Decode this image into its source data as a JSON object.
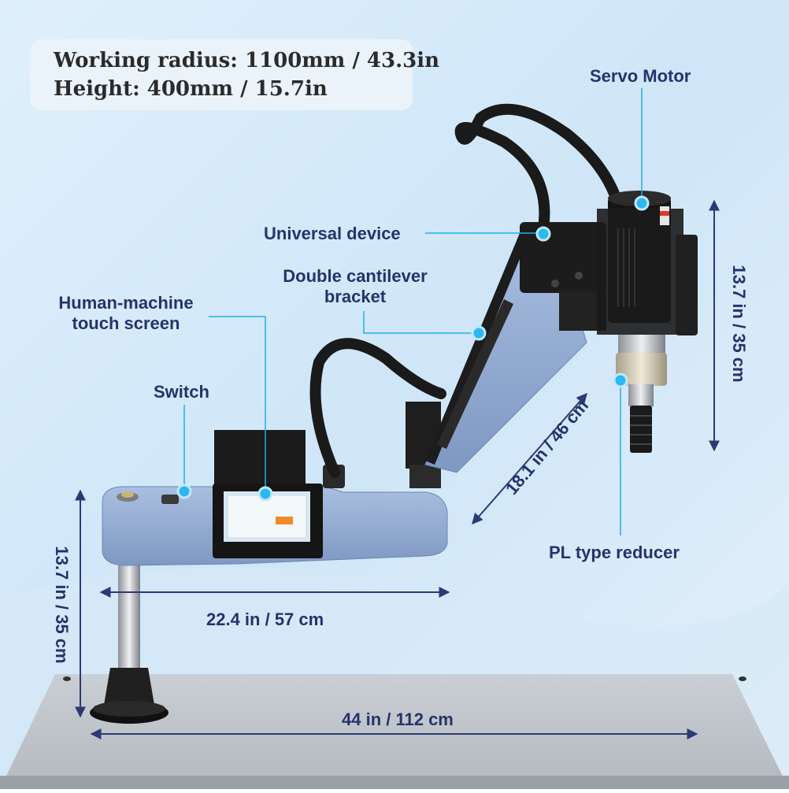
{
  "specs": {
    "working_radius": "Working radius: 1100mm / 43.3in",
    "height": "Height: 400mm / 15.7in"
  },
  "callouts": {
    "servo_motor": "Servo Motor",
    "universal_device": "Universal device",
    "double_cantilever_l1": "Double cantilever",
    "double_cantilever_l2": "bracket",
    "hmi_l1": "Human-machine",
    "hmi_l2": "touch screen",
    "switch": "Switch",
    "pl_reducer": "PL type reducer"
  },
  "dimensions": {
    "motor_height": "13.7 in / 35 cm",
    "arm_length": "18.1 in / 46 cm",
    "base_width": "22.4 in / 57 cm",
    "post_height": "13.7 in / 35 cm",
    "table_width": "44 in / 112 cm"
  },
  "colors": {
    "label": "#26336b",
    "callout_line": "#1fb0e8",
    "callout_dot": "#2db7f0",
    "machine_blue": "#8fa9cf",
    "dimension_line": "#2b3a75"
  }
}
